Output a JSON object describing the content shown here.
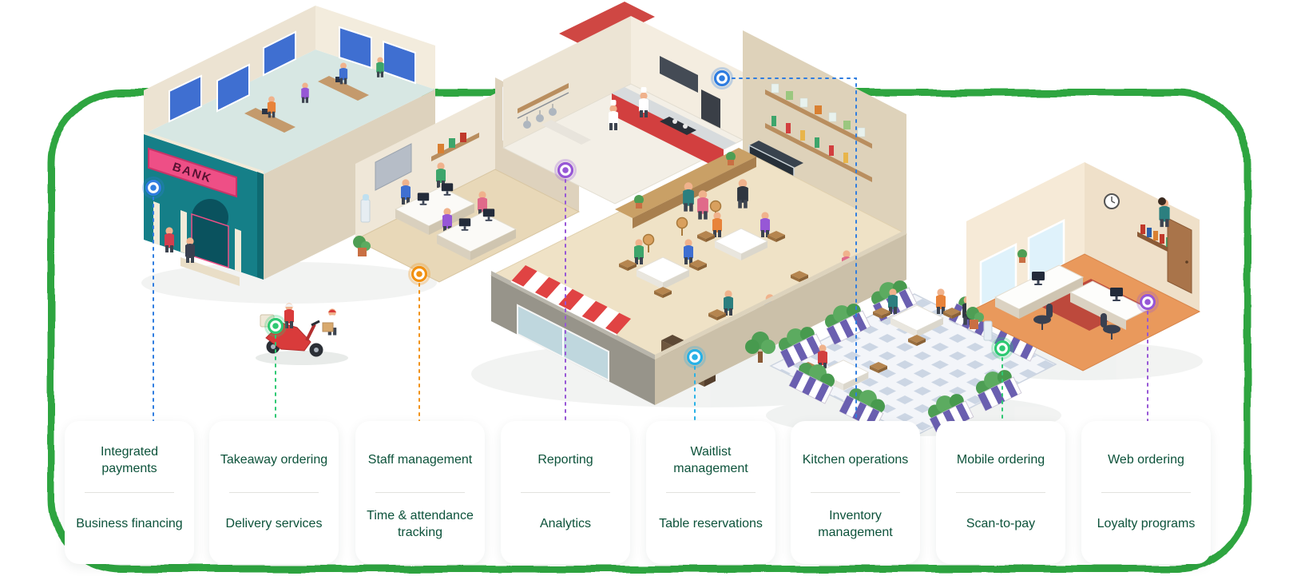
{
  "theme": {
    "frame_border_color": "#2da53f",
    "card_bg": "#ffffff",
    "card_text_color": "#0c523a",
    "divider_color": "#e2e2df"
  },
  "illustration": {
    "bank_sign": "BANK",
    "scenes": [
      "bank-building",
      "delivery-scooter",
      "staff-back-office",
      "kitchen",
      "restaurant-dining-room",
      "outdoor-patio",
      "admin-office"
    ]
  },
  "connectors": [
    {
      "id": "integrated-payments",
      "color": "#2f7de0"
    },
    {
      "id": "takeaway-ordering",
      "color": "#2ec973"
    },
    {
      "id": "staff-management",
      "color": "#f29111"
    },
    {
      "id": "reporting",
      "color": "#9757d6"
    },
    {
      "id": "waitlist-management",
      "color": "#28b1e6"
    },
    {
      "id": "kitchen-operations",
      "color": "#2f7de0"
    },
    {
      "id": "mobile-ordering",
      "color": "#2ec973"
    },
    {
      "id": "web-ordering",
      "color": "#9757d6"
    }
  ],
  "cards": [
    {
      "top": "Integrated payments",
      "bottom": "Business financing"
    },
    {
      "top": "Takeaway ordering",
      "bottom": "Delivery services"
    },
    {
      "top": "Staff management",
      "bottom": "Time & attendance tracking"
    },
    {
      "top": "Reporting",
      "bottom": "Analytics"
    },
    {
      "top": "Waitlist management",
      "bottom": "Table reservations"
    },
    {
      "top": "Kitchen operations",
      "bottom": "Inventory management"
    },
    {
      "top": "Mobile ordering",
      "bottom": "Scan-to-pay"
    },
    {
      "top": "Web ordering",
      "bottom": "Loyalty programs"
    }
  ]
}
